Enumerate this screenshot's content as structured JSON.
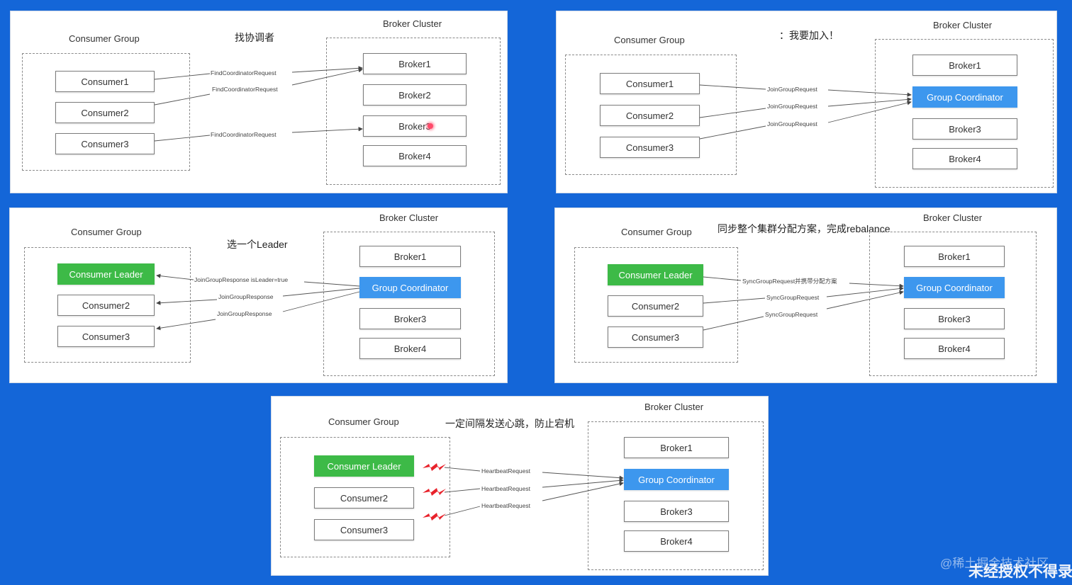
{
  "colors": {
    "background": "#1466d8",
    "coordinator": "#3d97ee",
    "leader": "#3dba47",
    "bolt": "#e8222b"
  },
  "panels": [
    {
      "group_title": "Consumer Group",
      "cluster_title": "Broker Cluster",
      "note": "找协调者",
      "consumers": [
        "Consumer1",
        "Consumer2",
        "Consumer3"
      ],
      "brokers": [
        "Broker1",
        "Broker2",
        "Broker3",
        "Broker4"
      ],
      "messages": [
        "FindCoordinatorRequest",
        "FindCoordinatorRequest",
        "FindCoordinatorRequest"
      ],
      "highlight_icon": "cursor-highlight-icon"
    },
    {
      "group_title": "Consumer Group",
      "cluster_title": "Broker Cluster",
      "note": "：我要加入！",
      "consumers": [
        "Consumer1",
        "Consumer2",
        "Consumer3"
      ],
      "brokers": [
        "Broker1",
        "Group Coordinator",
        "Broker3",
        "Broker4"
      ],
      "messages": [
        "JoinGroupRequest",
        "JoinGroupRequest",
        "JoinGroupRequest"
      ]
    },
    {
      "group_title": "Consumer Group",
      "cluster_title": "Broker Cluster",
      "note": "选一个Leader",
      "consumers": [
        "Consumer Leader",
        "Consumer2",
        "Consumer3"
      ],
      "brokers": [
        "Broker1",
        "Group Coordinator",
        "Broker3",
        "Broker4"
      ],
      "messages": [
        "JoinGroupResponse isLeader=true",
        "JoinGroupResponse",
        "JoinGroupResponse"
      ]
    },
    {
      "group_title": "Consumer Group",
      "cluster_title": "Broker Cluster",
      "note": "同步整个集群分配方案，完成rebalance",
      "consumers": [
        "Consumer Leader",
        "Consumer2",
        "Consumer3"
      ],
      "brokers": [
        "Broker1",
        "Group Coordinator",
        "Broker3",
        "Broker4"
      ],
      "messages": [
        "SyncGroupRequest并携带分配方案",
        "SyncGroupRequest",
        "SyncGroupRequest"
      ]
    },
    {
      "group_title": "Consumer Group",
      "cluster_title": "Broker Cluster",
      "note": "一定间隔发送心跳，防止宕机",
      "consumers": [
        "Consumer Leader",
        "Consumer2",
        "Consumer3"
      ],
      "brokers": [
        "Broker1",
        "Group Coordinator",
        "Broker3",
        "Broker4"
      ],
      "messages": [
        "HeartbeatRequest",
        "HeartbeatRequest",
        "HeartbeatRequest"
      ],
      "bolt_icon": "lightning-bolt-icon"
    }
  ],
  "watermarks": {
    "community": "@稀土掘金技术社区",
    "unauthorized": "未经授权不得录"
  }
}
